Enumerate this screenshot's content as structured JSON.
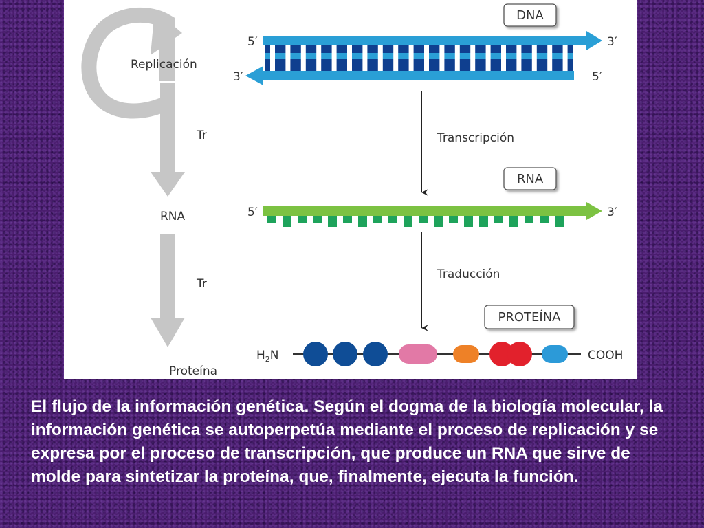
{
  "diagram": {
    "left_flow": {
      "replication_label": "Replicación",
      "tr_label_1": "Tr",
      "rna_label": "RNA",
      "tr_label_2": "Tr",
      "protein_label": "Proteína"
    },
    "dna": {
      "box_label": "DNA",
      "top_strand": {
        "start": "5′",
        "end": "3′"
      },
      "bottom_strand": {
        "start": "3′",
        "end": "5′"
      },
      "colors": {
        "strand": "#2a9fd6",
        "base_dark": "#0f3f8f"
      }
    },
    "transcription_label": "Transcripción",
    "rna": {
      "box_label": "RNA",
      "strand": {
        "start": "5′",
        "end": "3′"
      },
      "colors": {
        "strand": "#7cc242",
        "base": "#1ea35b"
      }
    },
    "translation_label": "Traducción",
    "protein": {
      "box_label": "PROTEÍNA",
      "n_terminus": "H",
      "n_terminus_sub": "2",
      "n_terminus_end": "N",
      "c_terminus": "COOH",
      "residue_colors": [
        "#0f4d96",
        "#0f4d96",
        "#0f4d96",
        "#e279a6",
        "#ee8127",
        "#e2212c",
        "#2c9ad8"
      ]
    }
  },
  "caption": "El flujo de la información genética. Según el dogma de la biología molecular, la información genética se autoperpetúa mediante el proceso de replicación y se expresa por el proceso de transcripción, que produce un RNA que sirve de molde para sintetizar la proteína, que, finalmente, ejecuta la función."
}
